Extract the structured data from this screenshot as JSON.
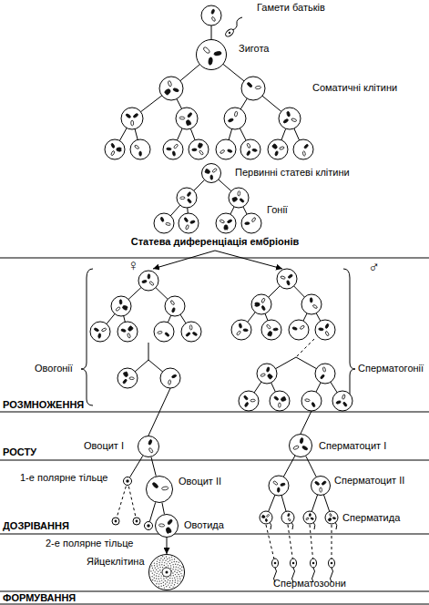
{
  "diagram": {
    "nodes": [
      {
        "text": [
          "Зигота"
        ]
      },
      {
        "text": [
          "Первинні статеві клітини"
        ]
      },
      {
        "text": [
          "Овоцит I"
        ]
      },
      {
        "text": [
          "Сперматоцит I"
        ]
      },
      {
        "text": [
          "1-е полярне тільце"
        ]
      },
      {
        "text": [
          "Овоцит II"
        ]
      },
      {
        "text": [
          "Сперматоцит II"
        ]
      },
      {
        "text": [
          "Овотида"
        ]
      },
      {
        "text": [
          "2-е полярне тільце"
        ]
      },
      {
        "text": [
          "Яйцеклітина"
        ]
      }
    ],
    "edges": [
      {
        "from": 2,
        "to": 4,
        "arrow": "none"
      },
      {
        "from": 2,
        "to": 5,
        "arrow": "none"
      },
      {
        "from": 3,
        "to": 6,
        "arrow": "none"
      },
      {
        "from": 5,
        "to": 8,
        "arrow": "none"
      },
      {
        "from": 5,
        "to": 7,
        "arrow": "none"
      },
      {
        "from": 7,
        "to": 9,
        "arrow": "to"
      }
    ],
    "labels": [
      "Гамети батьків",
      "Соматичні клітини",
      "Гонії",
      "Статева диференціація ембріонів",
      "♀",
      "♂",
      "Овогонії",
      "Сперматогонії",
      "РОЗМНОЖЕННЯ",
      "РОСТУ",
      "Сперматида",
      "ДОЗРІВАННЯ",
      "Сперматозоони",
      "ФОРМУВАННЯ"
    ]
  }
}
